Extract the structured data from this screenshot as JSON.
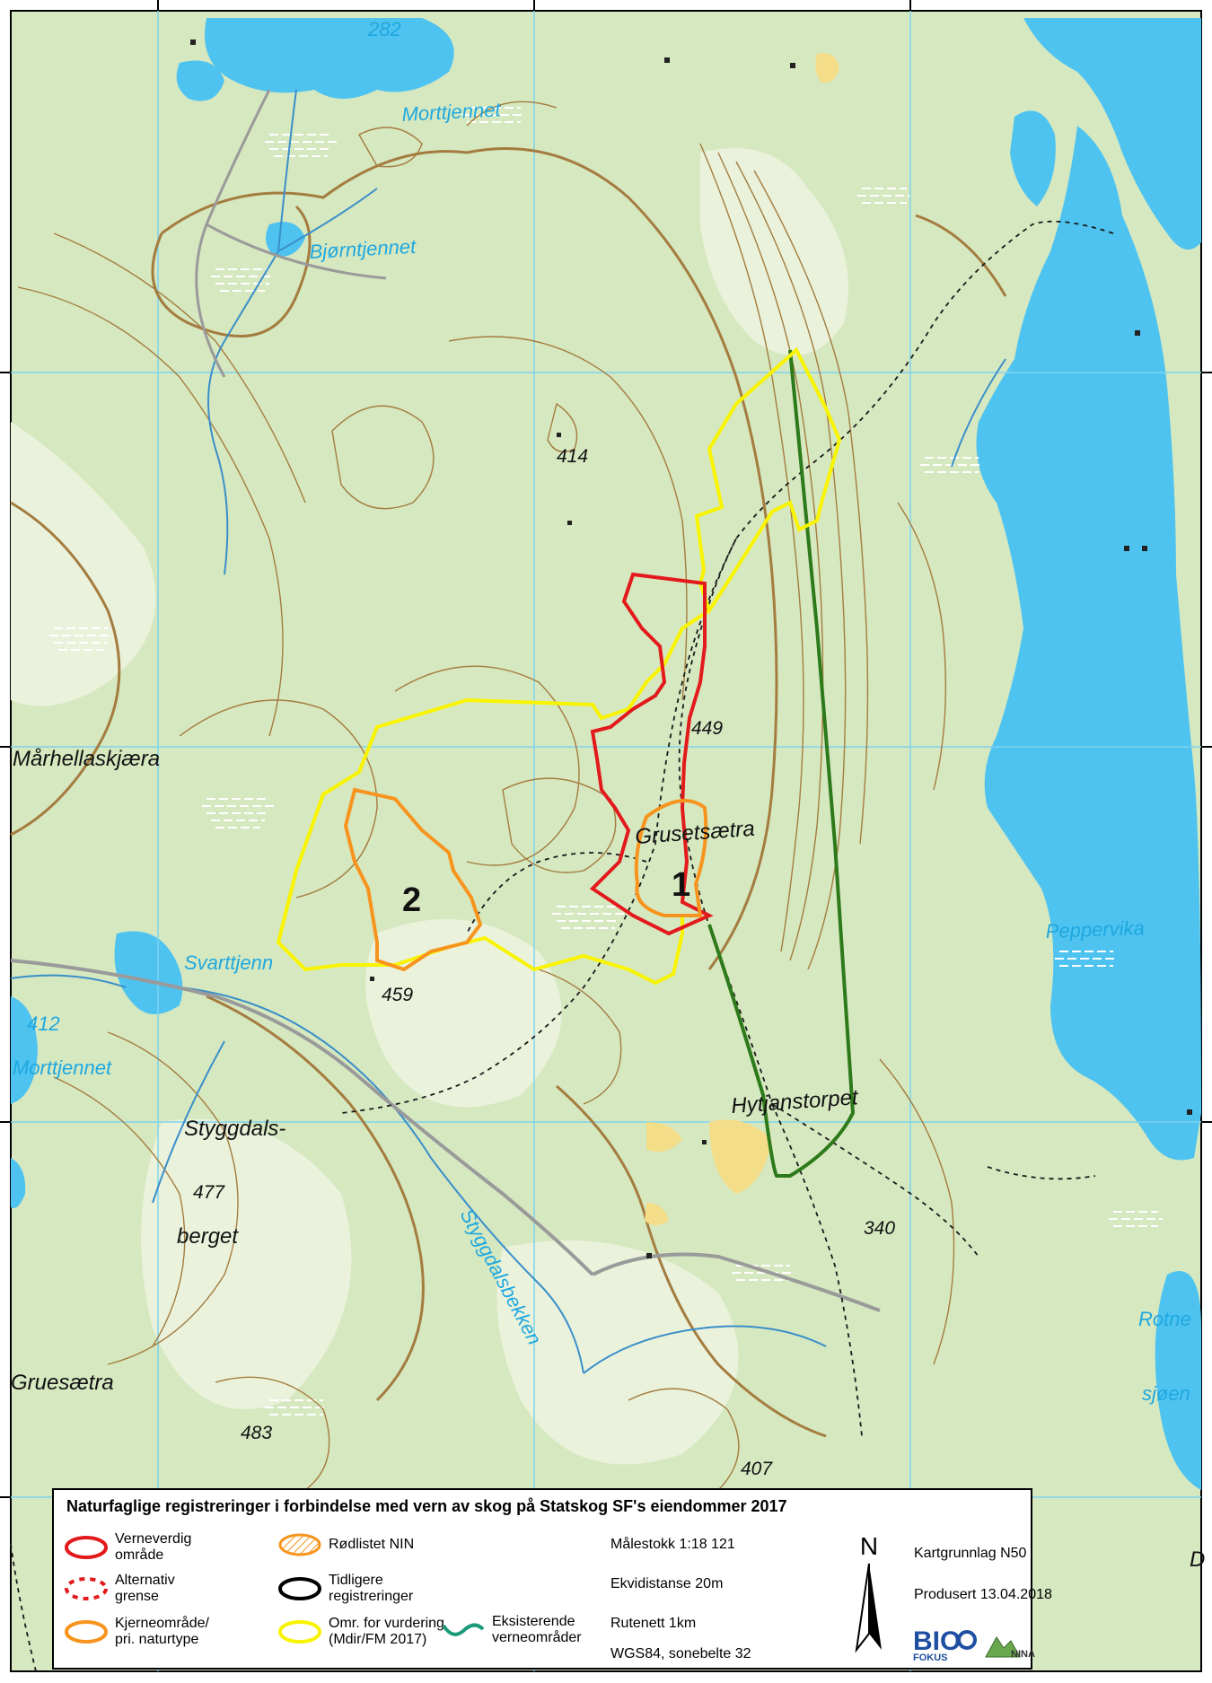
{
  "map": {
    "place_names": {
      "morttjennet_north": "Morttjennet",
      "bjorntjennet": "Bjørntjennet",
      "marhellaskjaera": "Mårhellaskjæra",
      "grusetsaetra": "Grusetsætra",
      "svarttjenn": "Svarttjenn",
      "morttjennet_west": "Morttjennet",
      "styggdals": "Styggdals-",
      "berget": "berget",
      "styggdalsbekken": "Styggdalsbekken",
      "hytjanstorpet": "Hytjanstorpet",
      "peppervika": "Peppervika",
      "gruesaetra": "Gruesætra",
      "rotne": "Rotne",
      "sjoen": "sjøen",
      "d_fragment": "D"
    },
    "spot_heights": {
      "h282": "282",
      "h414": "414",
      "h449": "449",
      "h459": "459",
      "h412": "412",
      "h477": "477",
      "h340": "340",
      "h483": "483",
      "h407": "407"
    },
    "area_numbers": {
      "area_1": "1",
      "area_2": "2"
    },
    "colors": {
      "forest": "#d6e8c0",
      "water": "#4ec3f0",
      "contour": "#a47c3f",
      "grid": "#7fd3ec",
      "stream": "#3a8fc9",
      "road": "#9a9a9a",
      "verneverdig": "#e31a1c",
      "kjerneomrade": "#f7941d",
      "vurdering": "#f8f400",
      "eksisterende": "#2d7a1a"
    }
  },
  "legend": {
    "title": "Naturfaglige registreringer i forbindelse med vern av skog på Statskog SF's eiendommer  2017",
    "items": {
      "verneverdig": "Verneverdig\nområde",
      "alternativ": "Alternativ\ngrense",
      "kjerne": "Kjerneområde/\npri. naturtype",
      "rodlistet": "Rødlistet NIN",
      "tidligere": "Tidligere\nregistreringer",
      "vurdering": "Omr. for vurdering\n(Mdir/FM 2017)",
      "eksisterende": "Eksisterende\nverneområder"
    },
    "info": {
      "scale": "Målestokk  1:18 121",
      "ekvidistanse": "Ekvidistanse 20m",
      "rutenett": "Rutenett 1km",
      "projection": "WGS84, sonebelte 32",
      "north_letter": "N",
      "kartgrunnlag": "Kartgrunnlag N50",
      "produsert": "Produsert 13.04.2018",
      "bio_logo_text": "BIO",
      "fokus_text": "FOKUS",
      "nina_text": "NINA"
    }
  }
}
